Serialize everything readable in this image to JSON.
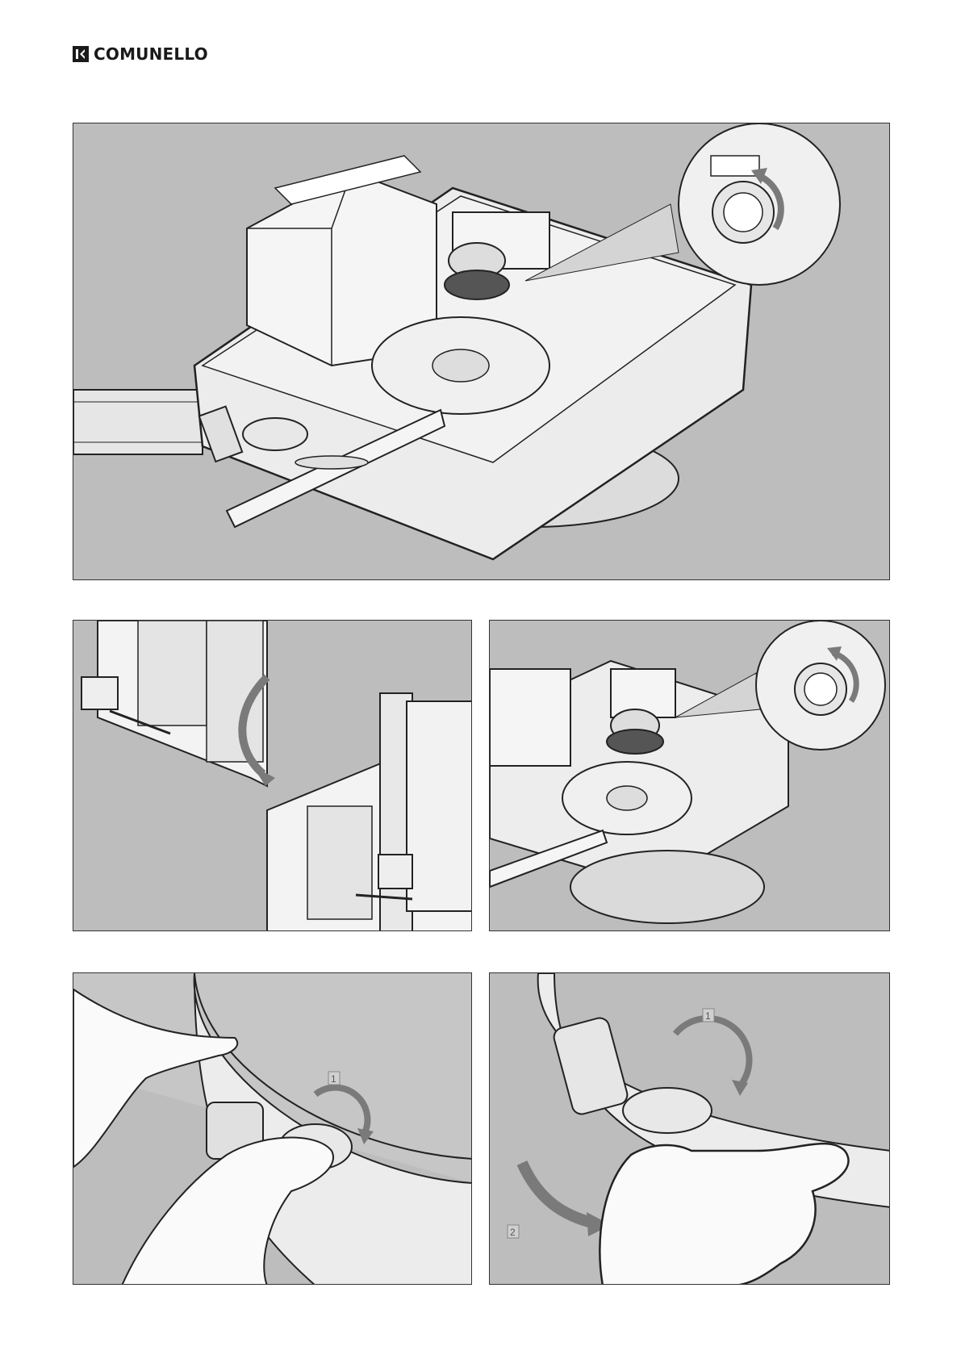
{
  "brand": {
    "name": "COMUNELLO"
  },
  "figures": [
    {
      "id": "fig-top",
      "description_labels": []
    },
    {
      "id": "fig-gate",
      "description_labels": []
    },
    {
      "id": "fig-motor-detail",
      "description_labels": []
    },
    {
      "id": "fig-release-step1",
      "labels": [
        "1"
      ]
    },
    {
      "id": "fig-release-step2",
      "labels": [
        "1",
        "2"
      ]
    }
  ],
  "colors": {
    "panel_bg": "#bdbdbd",
    "line": "#222222",
    "arrow": "#7a7a7a"
  }
}
